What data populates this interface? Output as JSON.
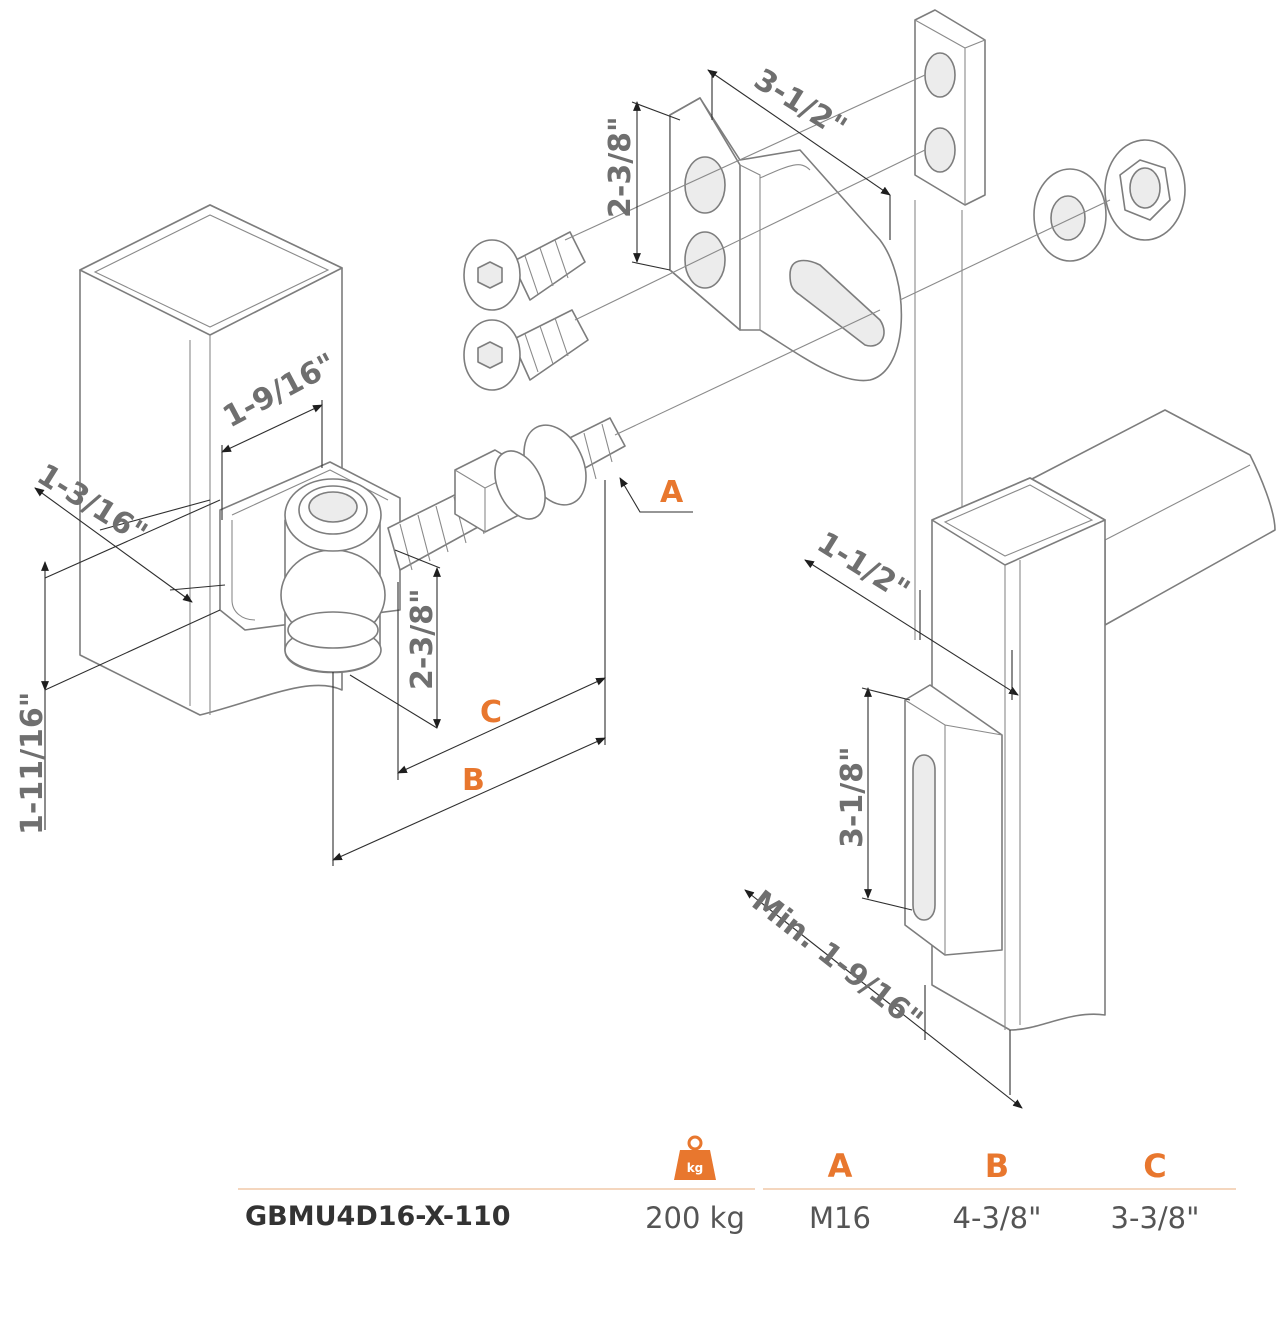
{
  "dimensions": {
    "gate_slot_width": "3-1/2\"",
    "gate_plate_height": "2-3/8\"",
    "hinge_width": "1-9/16\"",
    "hinge_depth": "1-3/16\"",
    "post_offset": "1-11/16\"",
    "eye_height": "2-3/8\"",
    "tube_width": "1-1/2\"",
    "slot_height": "3-1/8\"",
    "min_tube": "Min. 1-9/16\""
  },
  "callouts": {
    "a": "A",
    "b": "B",
    "c": "C"
  },
  "table": {
    "weight_icon_label": "kg",
    "col_a": "A",
    "col_b": "B",
    "col_c": "C",
    "row": {
      "code": "GBMU4D16-X-110",
      "weight": "200 kg",
      "a": "M16",
      "b": "4-3/8\"",
      "c": "3-3/8\""
    }
  },
  "colors": {
    "accent": "#e8772e",
    "dim_text": "#6f6f6f",
    "line": "#7d7d7d"
  }
}
